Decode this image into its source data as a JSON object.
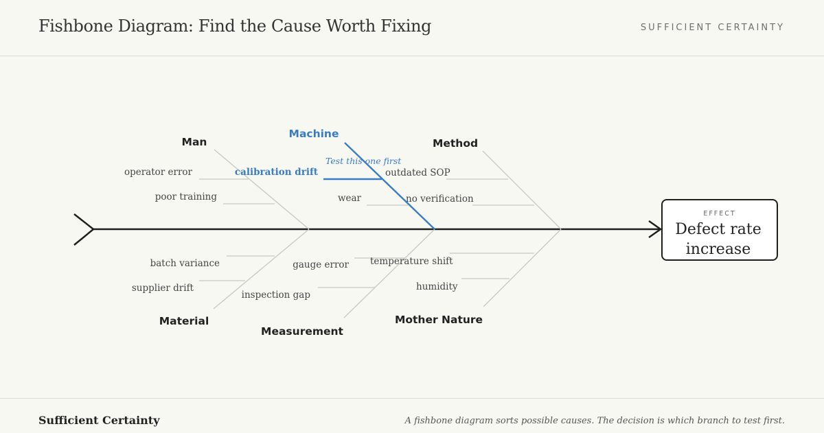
{
  "header": {
    "title": "Fishbone Diagram: Find the Cause Worth Fixing",
    "brand": "SUFFICIENT CERTAINTY"
  },
  "footer": {
    "brand": "Sufficient Certainty",
    "caption": "A fishbone diagram sorts possible causes. The decision is which branch to test first."
  },
  "effect": {
    "label": "EFFECT",
    "line1": "Defect rate",
    "line2": "increase"
  },
  "categories": {
    "man": {
      "label": "Man",
      "causes": [
        "operator error",
        "poor training"
      ]
    },
    "machine": {
      "label": "Machine",
      "causes": [
        "calibration drift",
        "wear"
      ],
      "note": "Test this one first"
    },
    "method": {
      "label": "Method",
      "causes": [
        "outdated SOP",
        "no verification"
      ]
    },
    "material": {
      "label": "Material",
      "causes": [
        "batch variance",
        "supplier drift"
      ]
    },
    "measurement": {
      "label": "Measurement",
      "causes": [
        "gauge error",
        "inspection gap"
      ]
    },
    "mother_nature": {
      "label": "Mother Nature",
      "causes": [
        "temperature shift",
        "humidity"
      ]
    }
  },
  "colors": {
    "highlight": "#3a7cc3",
    "spine": "#1e1e1e",
    "bone": "#c8c8c2",
    "background": "#f8f8f3"
  }
}
